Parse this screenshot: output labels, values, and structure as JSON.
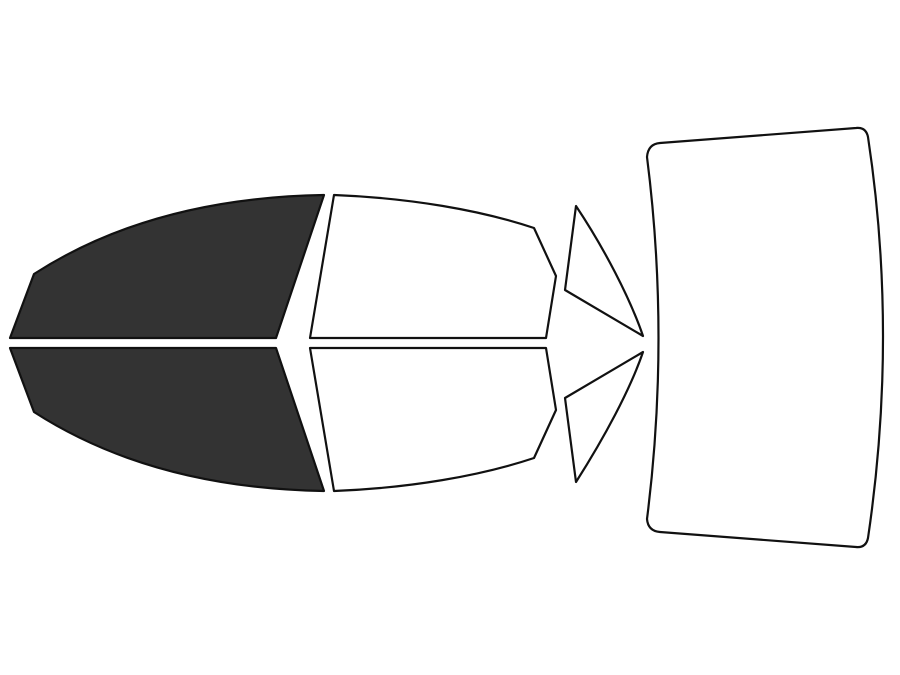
{
  "colors": {
    "background": "#ffffff",
    "outline": "#111111",
    "tinted": "#333333",
    "untinted": "#ffffff"
  },
  "windows": [
    {
      "name": "front-left-door-window",
      "tinted": true
    },
    {
      "name": "front-right-door-window",
      "tinted": true
    },
    {
      "name": "rear-left-door-window",
      "tinted": false
    },
    {
      "name": "rear-right-door-window",
      "tinted": false
    },
    {
      "name": "rear-left-quarter-window",
      "tinted": false
    },
    {
      "name": "rear-right-quarter-window",
      "tinted": false
    },
    {
      "name": "rear-windshield",
      "tinted": false
    }
  ]
}
